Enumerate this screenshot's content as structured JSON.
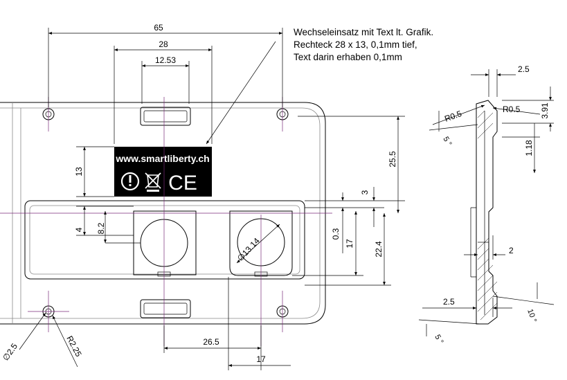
{
  "note": {
    "line1": "Wechseleinsatz mit Text lt. Grafik.",
    "line2": "Rechteck 28 x 13, 0,1mm tief,",
    "line3": "Text darin erhaben 0,1mm"
  },
  "label": {
    "url": "www.smartliberty.ch",
    "ce": "CE"
  },
  "dims": {
    "d65": "65",
    "d28": "28",
    "d12_53": "12.53",
    "d13": "13",
    "d25_5": "25.5",
    "d3": "3",
    "d0_3": "0.3",
    "d17v": "17",
    "d22_4": "22.4",
    "d4": "4",
    "d8_2": "8.2",
    "d13_14": "∅13.14",
    "d2_5bl": "∅2.5",
    "r2_25": "R2.25",
    "d26_5": "26.5",
    "d17h": "17",
    "s2_5top": "2.5",
    "r0_5a": "R0.5",
    "r0_5b": "R0.5",
    "s3_91": "3.91",
    "s1_18": "1.18",
    "s5a": "5 °",
    "s2": "2",
    "s2_5bot": "2.5",
    "s10": "10 °",
    "s5b": "5 °"
  }
}
